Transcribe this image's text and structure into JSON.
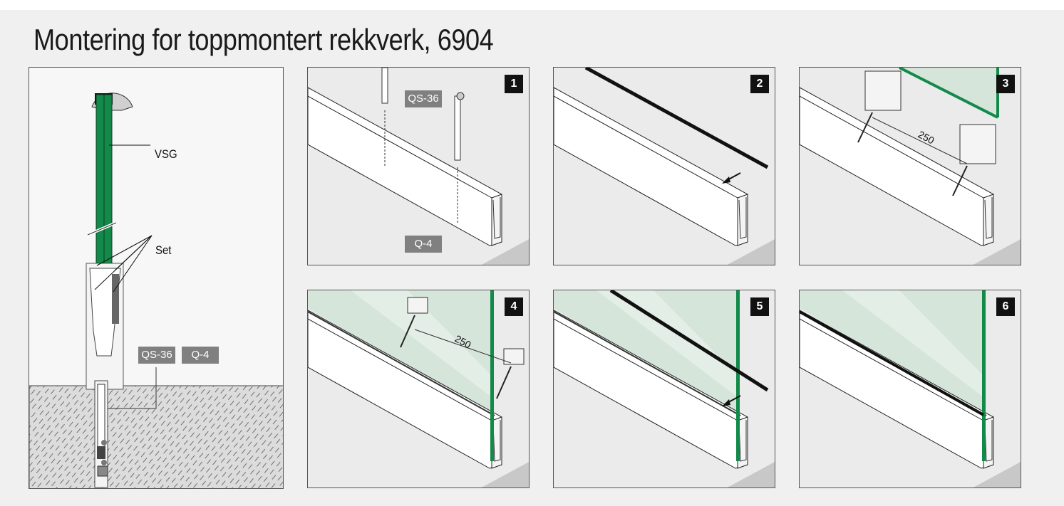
{
  "title": "Montering for toppmontert rekkverk, 6904",
  "overview": {
    "labels": {
      "glass": "VSG",
      "set": "Set"
    },
    "tags": [
      "QS-36",
      "Q-4"
    ]
  },
  "steps": [
    {
      "number": "1",
      "tags": [
        "QS-36",
        "Q-4"
      ]
    },
    {
      "number": "2"
    },
    {
      "number": "3",
      "dimension": "250"
    },
    {
      "number": "4",
      "dimension": "250"
    },
    {
      "number": "5"
    },
    {
      "number": "6"
    }
  ],
  "colors": {
    "glass_edge": "#138a4a",
    "glass_fill": "#cfe3d6",
    "tag": "#808080",
    "panel": "#ebebeb",
    "floor": "#c8c8c8"
  }
}
